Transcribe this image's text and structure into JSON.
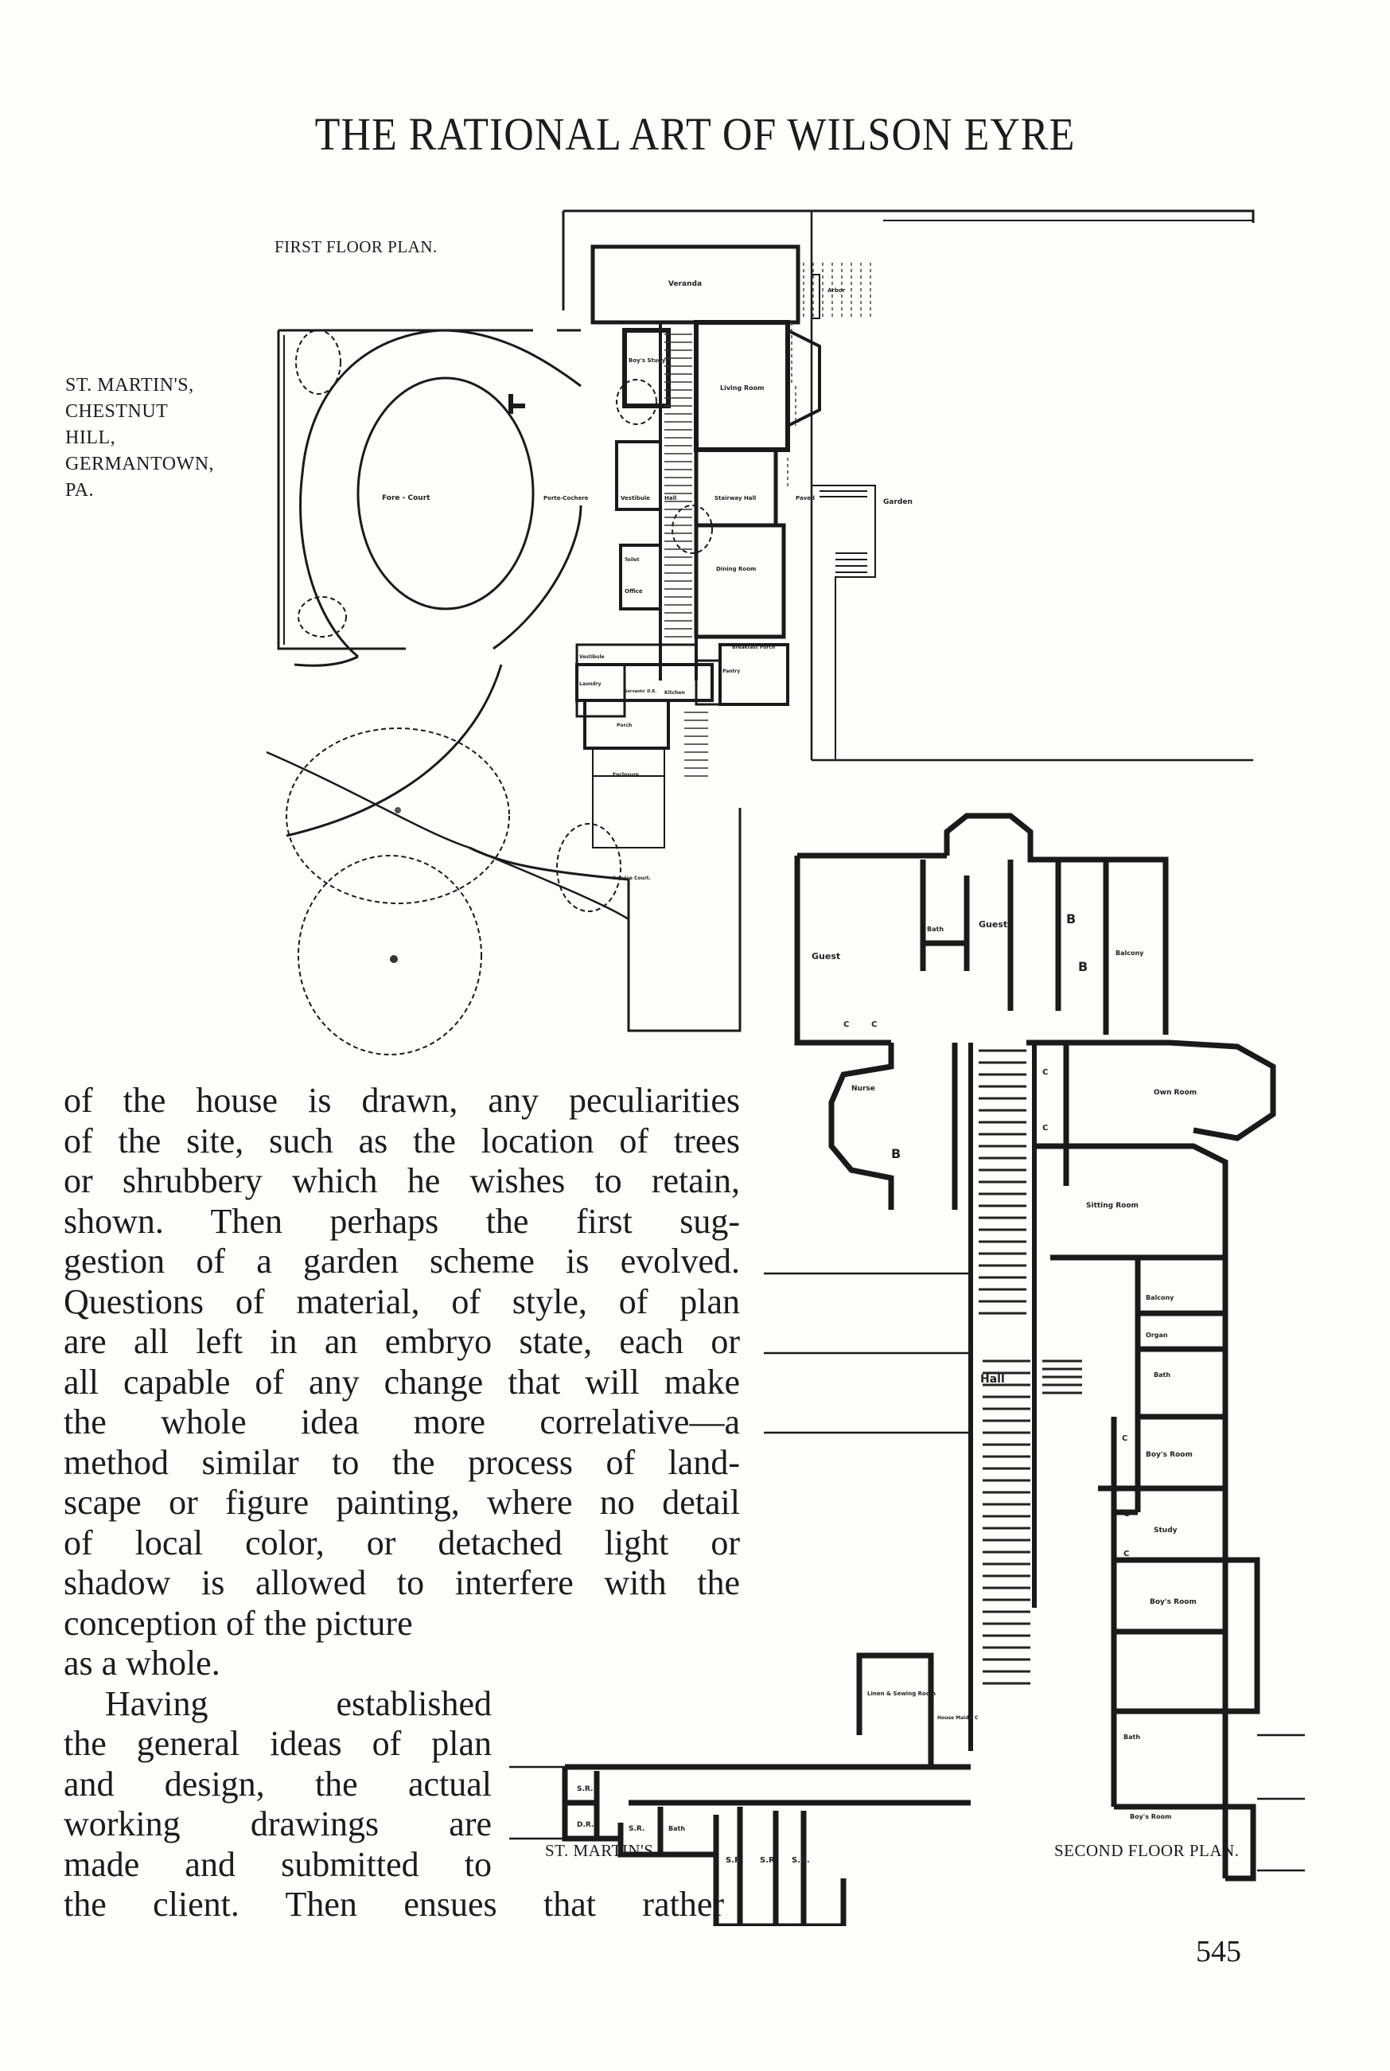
{
  "page": {
    "running_title": "THE RATIONAL ART OF WILSON EYRE",
    "page_number": "545"
  },
  "figure_first_floor": {
    "caption": "FIRST FLOOR PLAN.",
    "site_caption_lines": [
      "ST. MARTIN'S,",
      "CHESTNUT",
      "HILL,",
      "GERMANTOWN,",
      "PA."
    ],
    "room_labels": {
      "veranda": "Veranda",
      "arbor": "Arbor",
      "boys_study": "Boy's Study",
      "living_room": "Living Room",
      "fore_court": "Fore - Court",
      "porte_cochere": "Porte-Cochere",
      "vestibule_front": "Vestibule",
      "hall": "Hall",
      "stairway_hall": "Stairway Hall",
      "paved": "Paved",
      "garden": "Garden",
      "toilet": "Toilet",
      "office": "Office",
      "dining_room": "Dining Room",
      "vestibule_side": "Vestibule",
      "laundry": "Laundry",
      "servants_dr": "Servants' D.R.",
      "kitchen": "Kitchen",
      "pantry": "Pantry",
      "breakfast_porch": "Breakfast Porch",
      "porch": "Porch",
      "enclosure": "Enclosure",
      "service_court": "Service Court."
    }
  },
  "figure_second_floor": {
    "caption_left": "ST. MARTIN'S.",
    "caption_right": "SECOND FLOOR PLAN.",
    "room_labels": {
      "guest_1": "Guest",
      "bath_1": "Bath",
      "guest_2": "Guest",
      "b_1": "B",
      "b_2": "B",
      "balcony_1": "Balcony",
      "nurse": "Nurse",
      "b_3": "B",
      "own_room": "Own Room",
      "sitting_room": "Sitting Room",
      "hall": "Hall",
      "balcony_2": "Balcony",
      "organ": "Organ",
      "bath_2": "Bath",
      "boys_room_1": "Boy's Room",
      "study": "Study",
      "boys_room_2": "Boy's Room",
      "linen_sewing": "Linen & Sewing Room",
      "housemaids_c": "House Maid's C",
      "bath_3": "Bath",
      "boys_room_3": "Boy's Room",
      "sr_1": "S.R.",
      "dr": "D.R.",
      "sr_2": "S.R.",
      "bath_4": "Bath",
      "sr_3": "S.R.",
      "sr_4": "S.R.",
      "sr_5": "S.R.",
      "closet": "C"
    }
  },
  "body_text": {
    "lines": [
      "of the house is drawn, any peculiarities",
      "of the site, such as the location of trees",
      "or shrubbery which he wishes to retain,",
      "shown. Then perhaps the first sug-",
      "gestion of a garden scheme is evolved.",
      "Questions of material, of style, of plan",
      "are all left in an embryo state, each or",
      "all capable of any change that will make",
      "the whole idea more correlative—a",
      "method similar to the process of land-",
      "scape or figure painting, where no detail",
      "of local color, or detached light or",
      "shadow is allowed to interfere with the",
      "conception of the picture",
      "as a whole.",
      "Having established",
      "the general ideas of plan",
      "and design, the actual",
      "working drawings are",
      "made and submitted to",
      "the client. Then ensues that rather"
    ]
  }
}
